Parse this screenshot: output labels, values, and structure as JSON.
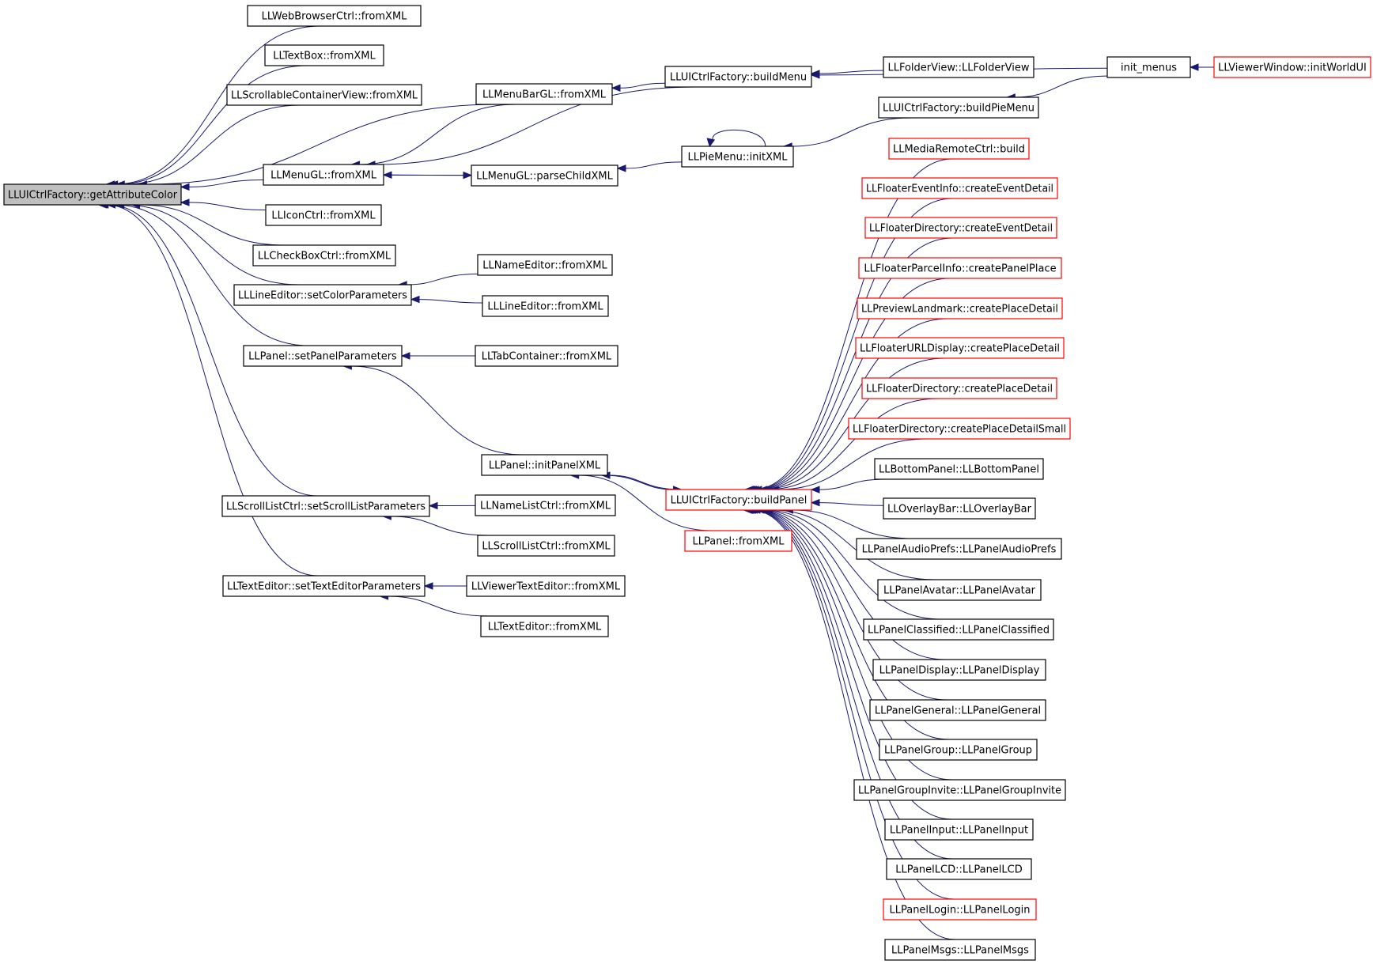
{
  "colors": {
    "edge": "#191970",
    "node_border": "#000000",
    "node_border_incomplete": "#ff0000",
    "focus_fill": "#bfbfbf",
    "node_fill": "#ffffff"
  },
  "nodes": [
    {
      "id": "getAttributeColor",
      "label": "LLUICtrlFactory::getAttributeColor",
      "style": "focus"
    },
    {
      "id": "webBrowser",
      "label": "LLWebBrowserCtrl::fromXML",
      "style": "normal"
    },
    {
      "id": "textBox",
      "label": "LLTextBox::fromXML",
      "style": "normal"
    },
    {
      "id": "scrollableContainer",
      "label": "LLScrollableContainerView::fromXML",
      "style": "normal"
    },
    {
      "id": "menuGL",
      "label": "LLMenuGL::fromXML",
      "style": "normal"
    },
    {
      "id": "iconCtrl",
      "label": "LLIconCtrl::fromXML",
      "style": "normal"
    },
    {
      "id": "checkBox",
      "label": "LLCheckBoxCtrl::fromXML",
      "style": "normal"
    },
    {
      "id": "setColorParams",
      "label": "LLLineEditor::setColorParameters",
      "style": "normal"
    },
    {
      "id": "setPanelParams",
      "label": "LLPanel::setPanelParameters",
      "style": "normal"
    },
    {
      "id": "setScrollListParams",
      "label": "LLScrollListCtrl::setScrollListParameters",
      "style": "normal"
    },
    {
      "id": "setTextEditorParams",
      "label": "LLTextEditor::setTextEditorParameters",
      "style": "normal"
    },
    {
      "id": "menuBarGL",
      "label": "LLMenuBarGL::fromXML",
      "style": "normal"
    },
    {
      "id": "parseChildXML",
      "label": "LLMenuGL::parseChildXML",
      "style": "normal"
    },
    {
      "id": "nameEditor",
      "label": "LLNameEditor::fromXML",
      "style": "normal"
    },
    {
      "id": "lineEditor",
      "label": "LLLineEditor::fromXML",
      "style": "normal"
    },
    {
      "id": "tabContainer",
      "label": "LLTabContainer::fromXML",
      "style": "normal"
    },
    {
      "id": "initPanelXML",
      "label": "LLPanel::initPanelXML",
      "style": "normal"
    },
    {
      "id": "nameListCtrl",
      "label": "LLNameListCtrl::fromXML",
      "style": "normal"
    },
    {
      "id": "scrollListCtrl",
      "label": "LLScrollListCtrl::fromXML",
      "style": "normal"
    },
    {
      "id": "viewerTextEditor",
      "label": "LLViewerTextEditor::fromXML",
      "style": "normal"
    },
    {
      "id": "textEditor",
      "label": "LLTextEditor::fromXML",
      "style": "normal"
    },
    {
      "id": "buildMenu",
      "label": "LLUICtrlFactory::buildMenu",
      "style": "normal"
    },
    {
      "id": "pieMenuInit",
      "label": "LLPieMenu::initXML",
      "style": "normal"
    },
    {
      "id": "buildPanel",
      "label": "LLUICtrlFactory::buildPanel",
      "style": "incomplete"
    },
    {
      "id": "panelFromXML",
      "label": "LLPanel::fromXML",
      "style": "incomplete"
    },
    {
      "id": "folderView",
      "label": "LLFolderView::LLFolderView",
      "style": "normal"
    },
    {
      "id": "buildPieMenu",
      "label": "LLUICtrlFactory::buildPieMenu",
      "style": "normal"
    },
    {
      "id": "initMenus",
      "label": "init_menus",
      "style": "normal"
    },
    {
      "id": "viewerWindow",
      "label": "LLViewerWindow::initWorldUI",
      "style": "incomplete"
    },
    {
      "id": "mediaRemote",
      "label": "LLMediaRemoteCtrl::build",
      "style": "incomplete"
    },
    {
      "id": "floaterEventInfo",
      "label": "LLFloaterEventInfo::createEventDetail",
      "style": "incomplete"
    },
    {
      "id": "floaterDirEvent",
      "label": "LLFloaterDirectory::createEventDetail",
      "style": "incomplete"
    },
    {
      "id": "floaterParcelInfo",
      "label": "LLFloaterParcelInfo::createPanelPlace",
      "style": "incomplete"
    },
    {
      "id": "previewLandmark",
      "label": "LLPreviewLandmark::createPlaceDetail",
      "style": "incomplete"
    },
    {
      "id": "floaterURLDisplay",
      "label": "LLFloaterURLDisplay::createPlaceDetail",
      "style": "incomplete"
    },
    {
      "id": "floaterDirPlace",
      "label": "LLFloaterDirectory::createPlaceDetail",
      "style": "incomplete"
    },
    {
      "id": "floaterDirPlaceSmall",
      "label": "LLFloaterDirectory::createPlaceDetailSmall",
      "style": "incomplete"
    },
    {
      "id": "bottomPanel",
      "label": "LLBottomPanel::LLBottomPanel",
      "style": "normal"
    },
    {
      "id": "overlayBar",
      "label": "LLOverlayBar::LLOverlayBar",
      "style": "normal"
    },
    {
      "id": "panelAudioPrefs",
      "label": "LLPanelAudioPrefs::LLPanelAudioPrefs",
      "style": "normal"
    },
    {
      "id": "panelAvatar",
      "label": "LLPanelAvatar::LLPanelAvatar",
      "style": "normal"
    },
    {
      "id": "panelClassified",
      "label": "LLPanelClassified::LLPanelClassified",
      "style": "normal"
    },
    {
      "id": "panelDisplay",
      "label": "LLPanelDisplay::LLPanelDisplay",
      "style": "normal"
    },
    {
      "id": "panelGeneral",
      "label": "LLPanelGeneral::LLPanelGeneral",
      "style": "normal"
    },
    {
      "id": "panelGroup",
      "label": "LLPanelGroup::LLPanelGroup",
      "style": "normal"
    },
    {
      "id": "panelGroupInvite",
      "label": "LLPanelGroupInvite::LLPanelGroupInvite",
      "style": "normal"
    },
    {
      "id": "panelInput",
      "label": "LLPanelInput::LLPanelInput",
      "style": "normal"
    },
    {
      "id": "panelLCD",
      "label": "LLPanelLCD::LLPanelLCD",
      "style": "normal"
    },
    {
      "id": "panelLogin",
      "label": "LLPanelLogin::LLPanelLogin",
      "style": "incomplete"
    },
    {
      "id": "panelMsgs",
      "label": "LLPanelMsgs::LLPanelMsgs",
      "style": "normal"
    }
  ],
  "edges": [
    [
      "webBrowser",
      "getAttributeColor"
    ],
    [
      "textBox",
      "getAttributeColor"
    ],
    [
      "scrollableContainer",
      "getAttributeColor"
    ],
    [
      "menuBarGL",
      "getAttributeColor"
    ],
    [
      "menuGL",
      "getAttributeColor"
    ],
    [
      "iconCtrl",
      "getAttributeColor"
    ],
    [
      "checkBox",
      "getAttributeColor"
    ],
    [
      "setColorParams",
      "getAttributeColor"
    ],
    [
      "setPanelParams",
      "getAttributeColor"
    ],
    [
      "setScrollListParams",
      "getAttributeColor"
    ],
    [
      "setTextEditorParams",
      "getAttributeColor"
    ],
    [
      "menuBarGL",
      "menuGL"
    ],
    [
      "parseChildXML",
      "menuGL"
    ],
    [
      "buildMenu",
      "menuGL"
    ],
    [
      "menuGL",
      "parseChildXML"
    ],
    [
      "nameEditor",
      "setColorParams"
    ],
    [
      "lineEditor",
      "setColorParams"
    ],
    [
      "tabContainer",
      "setPanelParams"
    ],
    [
      "initPanelXML",
      "setPanelParams"
    ],
    [
      "nameListCtrl",
      "setScrollListParams"
    ],
    [
      "scrollListCtrl",
      "setScrollListParams"
    ],
    [
      "viewerTextEditor",
      "setTextEditorParams"
    ],
    [
      "textEditor",
      "setTextEditorParams"
    ],
    [
      "buildMenu",
      "menuBarGL"
    ],
    [
      "pieMenuInit",
      "parseChildXML"
    ],
    [
      "buildPanel",
      "initPanelXML"
    ],
    [
      "panelFromXML",
      "initPanelXML"
    ],
    [
      "folderView",
      "buildMenu"
    ],
    [
      "initMenus",
      "buildMenu"
    ],
    [
      "buildPieMenu",
      "pieMenuInit"
    ],
    [
      "pieMenuInit",
      "pieMenuInit"
    ],
    [
      "initMenus",
      "buildPieMenu"
    ],
    [
      "viewerWindow",
      "initMenus"
    ],
    [
      "initPanelXML",
      "buildPanel"
    ],
    [
      "mediaRemote",
      "buildPanel"
    ],
    [
      "floaterEventInfo",
      "buildPanel"
    ],
    [
      "floaterDirEvent",
      "buildPanel"
    ],
    [
      "floaterParcelInfo",
      "buildPanel"
    ],
    [
      "previewLandmark",
      "buildPanel"
    ],
    [
      "floaterURLDisplay",
      "buildPanel"
    ],
    [
      "floaterDirPlace",
      "buildPanel"
    ],
    [
      "floaterDirPlaceSmall",
      "buildPanel"
    ],
    [
      "bottomPanel",
      "buildPanel"
    ],
    [
      "overlayBar",
      "buildPanel"
    ],
    [
      "panelAudioPrefs",
      "buildPanel"
    ],
    [
      "panelAvatar",
      "buildPanel"
    ],
    [
      "panelClassified",
      "buildPanel"
    ],
    [
      "panelDisplay",
      "buildPanel"
    ],
    [
      "panelGeneral",
      "buildPanel"
    ],
    [
      "panelGroup",
      "buildPanel"
    ],
    [
      "panelGroupInvite",
      "buildPanel"
    ],
    [
      "panelInput",
      "buildPanel"
    ],
    [
      "panelLCD",
      "buildPanel"
    ],
    [
      "panelLogin",
      "buildPanel"
    ],
    [
      "panelMsgs",
      "buildPanel"
    ]
  ]
}
